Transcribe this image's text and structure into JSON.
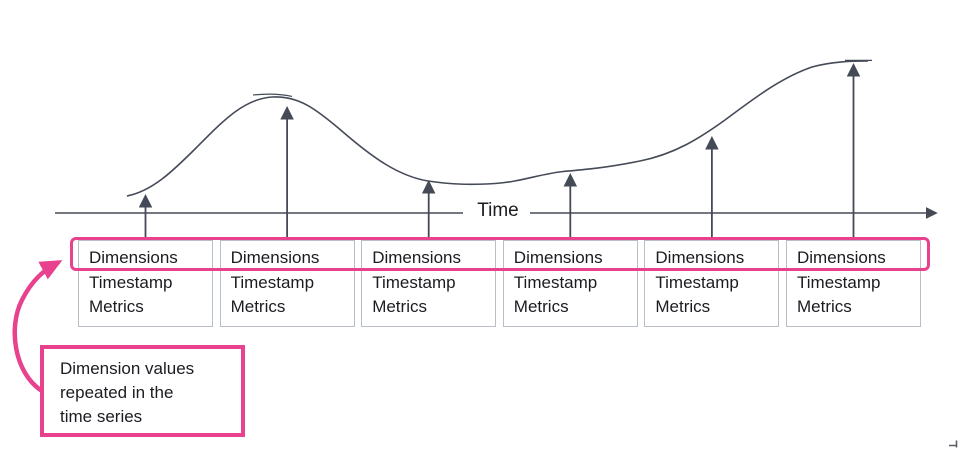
{
  "diagram": {
    "time_axis_label": "Time",
    "records": [
      {
        "dimensions": "Dimensions",
        "timestamp": "Timestamp",
        "metrics": "Metrics"
      },
      {
        "dimensions": "Dimensions",
        "timestamp": "Timestamp",
        "metrics": "Metrics"
      },
      {
        "dimensions": "Dimensions",
        "timestamp": "Timestamp",
        "metrics": "Metrics"
      },
      {
        "dimensions": "Dimensions",
        "timestamp": "Timestamp",
        "metrics": "Metrics"
      },
      {
        "dimensions": "Dimensions",
        "timestamp": "Timestamp",
        "metrics": "Metrics"
      },
      {
        "dimensions": "Dimensions",
        "timestamp": "Timestamp",
        "metrics": "Metrics"
      }
    ],
    "callout": {
      "lines": [
        "Dimension values",
        "repeated in the",
        "time series"
      ]
    },
    "icons": {
      "axis_arrowhead": "right-arrowhead",
      "value_arrowheads": "up-arrowhead",
      "callout_arrowhead": "pink-curved-arrowhead"
    },
    "colors": {
      "accent_pink": "#e8428f",
      "line_dark": "#454a57",
      "box_border": "#b9bec6",
      "text": "#1b1b21",
      "background": "#ffffff"
    }
  }
}
